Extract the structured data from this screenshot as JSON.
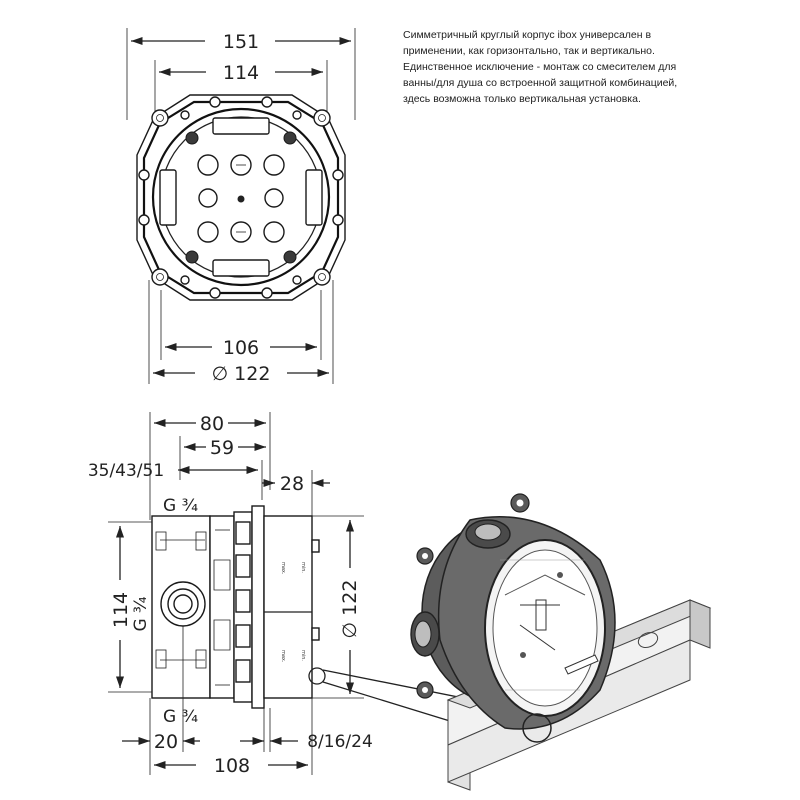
{
  "description_text": [
    "Симметричный круглый корпус ibox  универсален в",
    "применении, как горизонтально, так и вертикально.",
    "Единственное исключение - монтаж со смесителем для",
    "ванны/для душа со встроенной защитной комбинацией,",
    "здесь возможна только вертикальная установка."
  ],
  "top_view": {
    "dim_overall_width": "151",
    "dim_inner_width": "114",
    "dim_lower_width": "106",
    "dim_diameter": "∅ 122"
  },
  "side_view": {
    "dim_80": "80",
    "dim_59": "59",
    "dim_35_43_51": "35/43/51",
    "dim_28": "28",
    "thread_top": "G ³⁄₄",
    "thread_side": "G ³⁄₄",
    "thread_bottom": "G ³⁄₄",
    "dim_height": "114",
    "dim_diameter": "∅ 122",
    "dim_20": "20",
    "dim_8_16_24": "8/16/24",
    "dim_108": "108",
    "label_max_1": "max.",
    "label_min_1": "min.",
    "label_max_2": "max.",
    "label_min_2": "min."
  }
}
